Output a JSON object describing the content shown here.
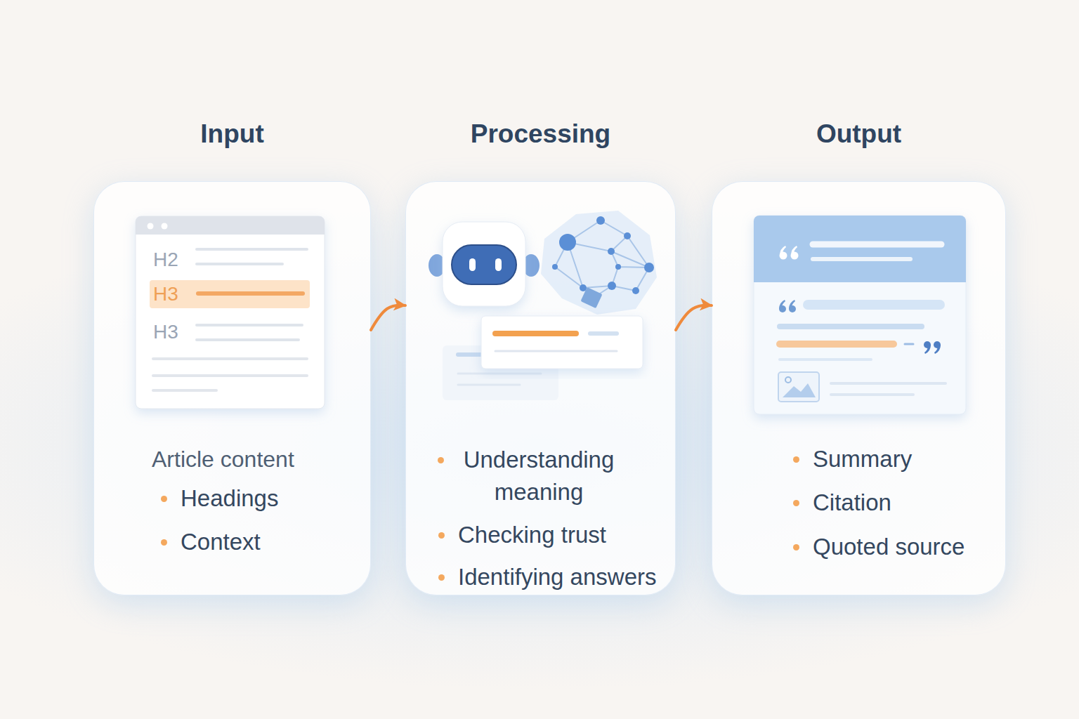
{
  "diagram": {
    "nodes": [
      {
        "text": [
          "Input",
          "Article content",
          "Headings",
          "Context"
        ]
      },
      {
        "text": [
          "Processing",
          "Understanding meaning",
          "Checking trust",
          "Identifying answers"
        ]
      },
      {
        "text": [
          "Output",
          "Summary",
          "Citation",
          "Quoted source"
        ]
      }
    ],
    "edges": [
      {
        "from": 0,
        "to": 1,
        "arrow": "to"
      },
      {
        "from": 1,
        "to": 2,
        "arrow": "to"
      }
    ],
    "labels": [
      "H2",
      "H3",
      "H3"
    ]
  }
}
